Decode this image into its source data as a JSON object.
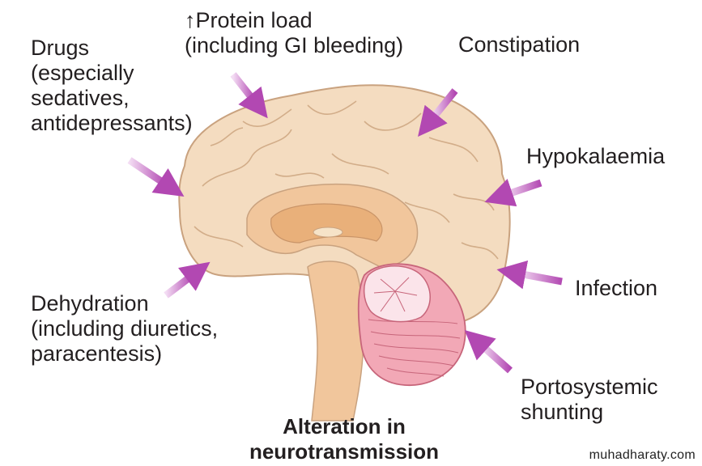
{
  "labels": {
    "drugs": [
      "Drugs",
      "(especially",
      "sedatives,",
      "antidepressants)"
    ],
    "protein": [
      "↑Protein load",
      "(including GI bleeding)"
    ],
    "constipation": [
      "Constipation"
    ],
    "hypokalaemia": [
      "Hypokalaemia"
    ],
    "infection": [
      "Infection"
    ],
    "dehydration": [
      "Dehydration",
      "(including diuretics,",
      "paracentesis)"
    ],
    "portosystemic": [
      "Portosystemic",
      "shunting"
    ]
  },
  "caption": [
    "Alteration in",
    "neurotransmission"
  ],
  "watermark": "muhadharaty.com",
  "colors": {
    "cortex": "#f4dcc0",
    "cortex_stroke": "#c9a27f",
    "inner": "#f1c69c",
    "thalamus": "#e9b07a",
    "cerebellum": "#f2a8b6",
    "arrow": "#b95bb9"
  }
}
